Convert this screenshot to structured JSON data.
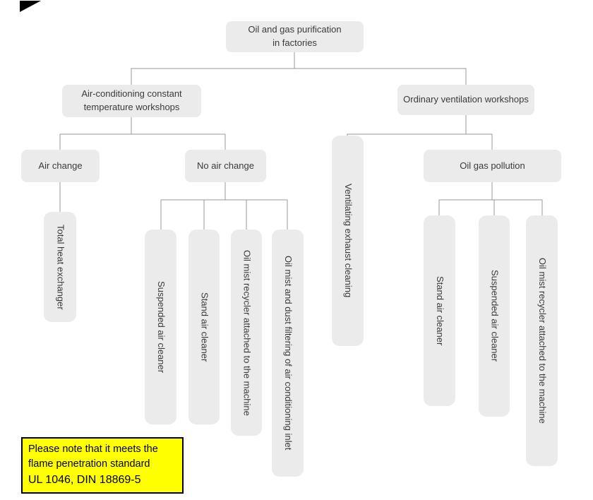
{
  "colors": {
    "box_bg": "#ebebeb",
    "line": "#999999",
    "text": "#3a3a3a",
    "note_bg": "#ffff00",
    "note_border": "#000000"
  },
  "root": {
    "label": "Oil and gas purification\nin factories"
  },
  "left_branch": {
    "label": "Air-conditioning constant\ntemperature workshops",
    "children": [
      {
        "label": "Air change",
        "children": [
          {
            "label": "Total heat exchanger"
          }
        ]
      },
      {
        "label": "No air change",
        "children": [
          {
            "label": "Suspended air cleaner"
          },
          {
            "label": "Stand air cleaner"
          },
          {
            "label": "Oil mist recycler attached to the machine"
          },
          {
            "label": "Oil mist and dust filtering of air conditioning inlet"
          }
        ]
      }
    ]
  },
  "right_branch": {
    "label": "Ordinary ventilation workshops",
    "children": [
      {
        "label": "Ventilating exhaust cleaning"
      },
      {
        "label": "Oil gas pollution",
        "children": [
          {
            "label": "Stand air cleaner"
          },
          {
            "label": "Suspended air cleaner"
          },
          {
            "label": "Oil mist recycler attached to the machine"
          }
        ]
      }
    ]
  },
  "note": {
    "body": "Please note that it meets the\nflame penetration standard",
    "standard": "UL 1046, DIN 18869-5"
  }
}
